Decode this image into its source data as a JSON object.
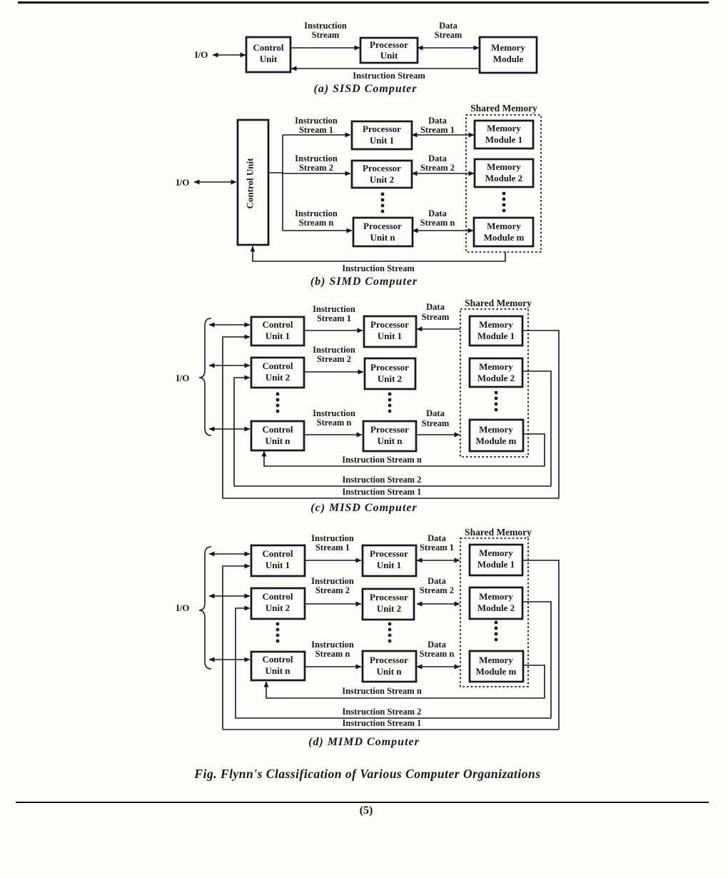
{
  "page": {
    "figure_caption": "Fig. Flynn's Classification of Various Computer Organizations",
    "page_number": "(5)"
  },
  "a": {
    "io": "I/O",
    "cu": [
      "Control",
      "Unit"
    ],
    "pu": [
      "Processor",
      "Unit"
    ],
    "mm": [
      "Memory",
      "Module"
    ],
    "is_top": [
      "Instruction",
      "Stream"
    ],
    "ds": [
      "Data",
      "Stream"
    ],
    "is_return": "Instruction Stream",
    "caption": "(a) SISD Computer"
  },
  "b": {
    "io": "I/O",
    "cu": "Control Unit",
    "shared_memory": "Shared Memory",
    "rows": [
      {
        "is": [
          "Instruction",
          "Stream 1"
        ],
        "pu": [
          "Processor",
          "Unit 1"
        ],
        "ds": [
          "Data",
          "Stream 1"
        ],
        "mm": [
          "Memory",
          "Module 1"
        ]
      },
      {
        "is": [
          "Instruction",
          "Stream 2"
        ],
        "pu": [
          "Processor",
          "Unit 2"
        ],
        "ds": [
          "Data",
          "Stream 2"
        ],
        "mm": [
          "Memory",
          "Module 2"
        ]
      },
      {
        "is": [
          "Instruction",
          "Stream n"
        ],
        "pu": [
          "Processor",
          "Unit n"
        ],
        "ds": [
          "Data",
          "Stream n"
        ],
        "mm": [
          "Memory",
          "Module m"
        ]
      }
    ],
    "is_return": "Instruction Stream",
    "caption": "(b) SIMD Computer"
  },
  "c": {
    "io": "I/O",
    "shared_memory": "Shared Memory",
    "rows": [
      {
        "cu": [
          "Control",
          "Unit 1"
        ],
        "is": [
          "Instruction",
          "Stream 1"
        ],
        "pu": [
          "Processor",
          "Unit 1"
        ],
        "ds": [
          "Data",
          "Stream"
        ],
        "mm": [
          "Memory",
          "Module 1"
        ]
      },
      {
        "cu": [
          "Control",
          "Unit 2"
        ],
        "is": [
          "Instruction",
          "Stream 2"
        ],
        "pu": [
          "Processor",
          "Unit 2"
        ],
        "mm": [
          "Memory",
          "Module 2"
        ]
      },
      {
        "cu": [
          "Control",
          "Unit n"
        ],
        "is": [
          "Instruction",
          "Stream n"
        ],
        "pu": [
          "Processor",
          "Unit n"
        ],
        "ds": [
          "Data",
          "Stream"
        ],
        "mm": [
          "Memory",
          "Module m"
        ]
      }
    ],
    "returns": [
      "Instruction Stream n",
      "Instruction Stream 2",
      "Instruction Stream 1"
    ],
    "caption": "(c) MISD Computer"
  },
  "d": {
    "io": "I/O",
    "shared_memory": "Shared Memory",
    "rows": [
      {
        "cu": [
          "Control",
          "Unit 1"
        ],
        "is": [
          "Instruction",
          "Stream 1"
        ],
        "pu": [
          "Processor",
          "Unit 1"
        ],
        "ds": [
          "Data",
          "Stream 1"
        ],
        "mm": [
          "Memory",
          "Module 1"
        ]
      },
      {
        "cu": [
          "Control",
          "Unit 2"
        ],
        "is": [
          "Instruction",
          "Stream 2"
        ],
        "pu": [
          "Processor",
          "Unit 2"
        ],
        "ds": [
          "Data",
          "Stream 2"
        ],
        "mm": [
          "Memory",
          "Module 2"
        ]
      },
      {
        "cu": [
          "Control",
          "Unit n"
        ],
        "is": [
          "Instruction",
          "Stream n"
        ],
        "pu": [
          "Processor",
          "Unit n"
        ],
        "ds": [
          "Data",
          "Stream n"
        ],
        "mm": [
          "Memory",
          "Module m"
        ]
      }
    ],
    "returns": [
      "Instruction Stream n",
      "Instruction Stream 2",
      "Instruction Stream 1"
    ],
    "caption": "(d) MIMD Computer"
  }
}
